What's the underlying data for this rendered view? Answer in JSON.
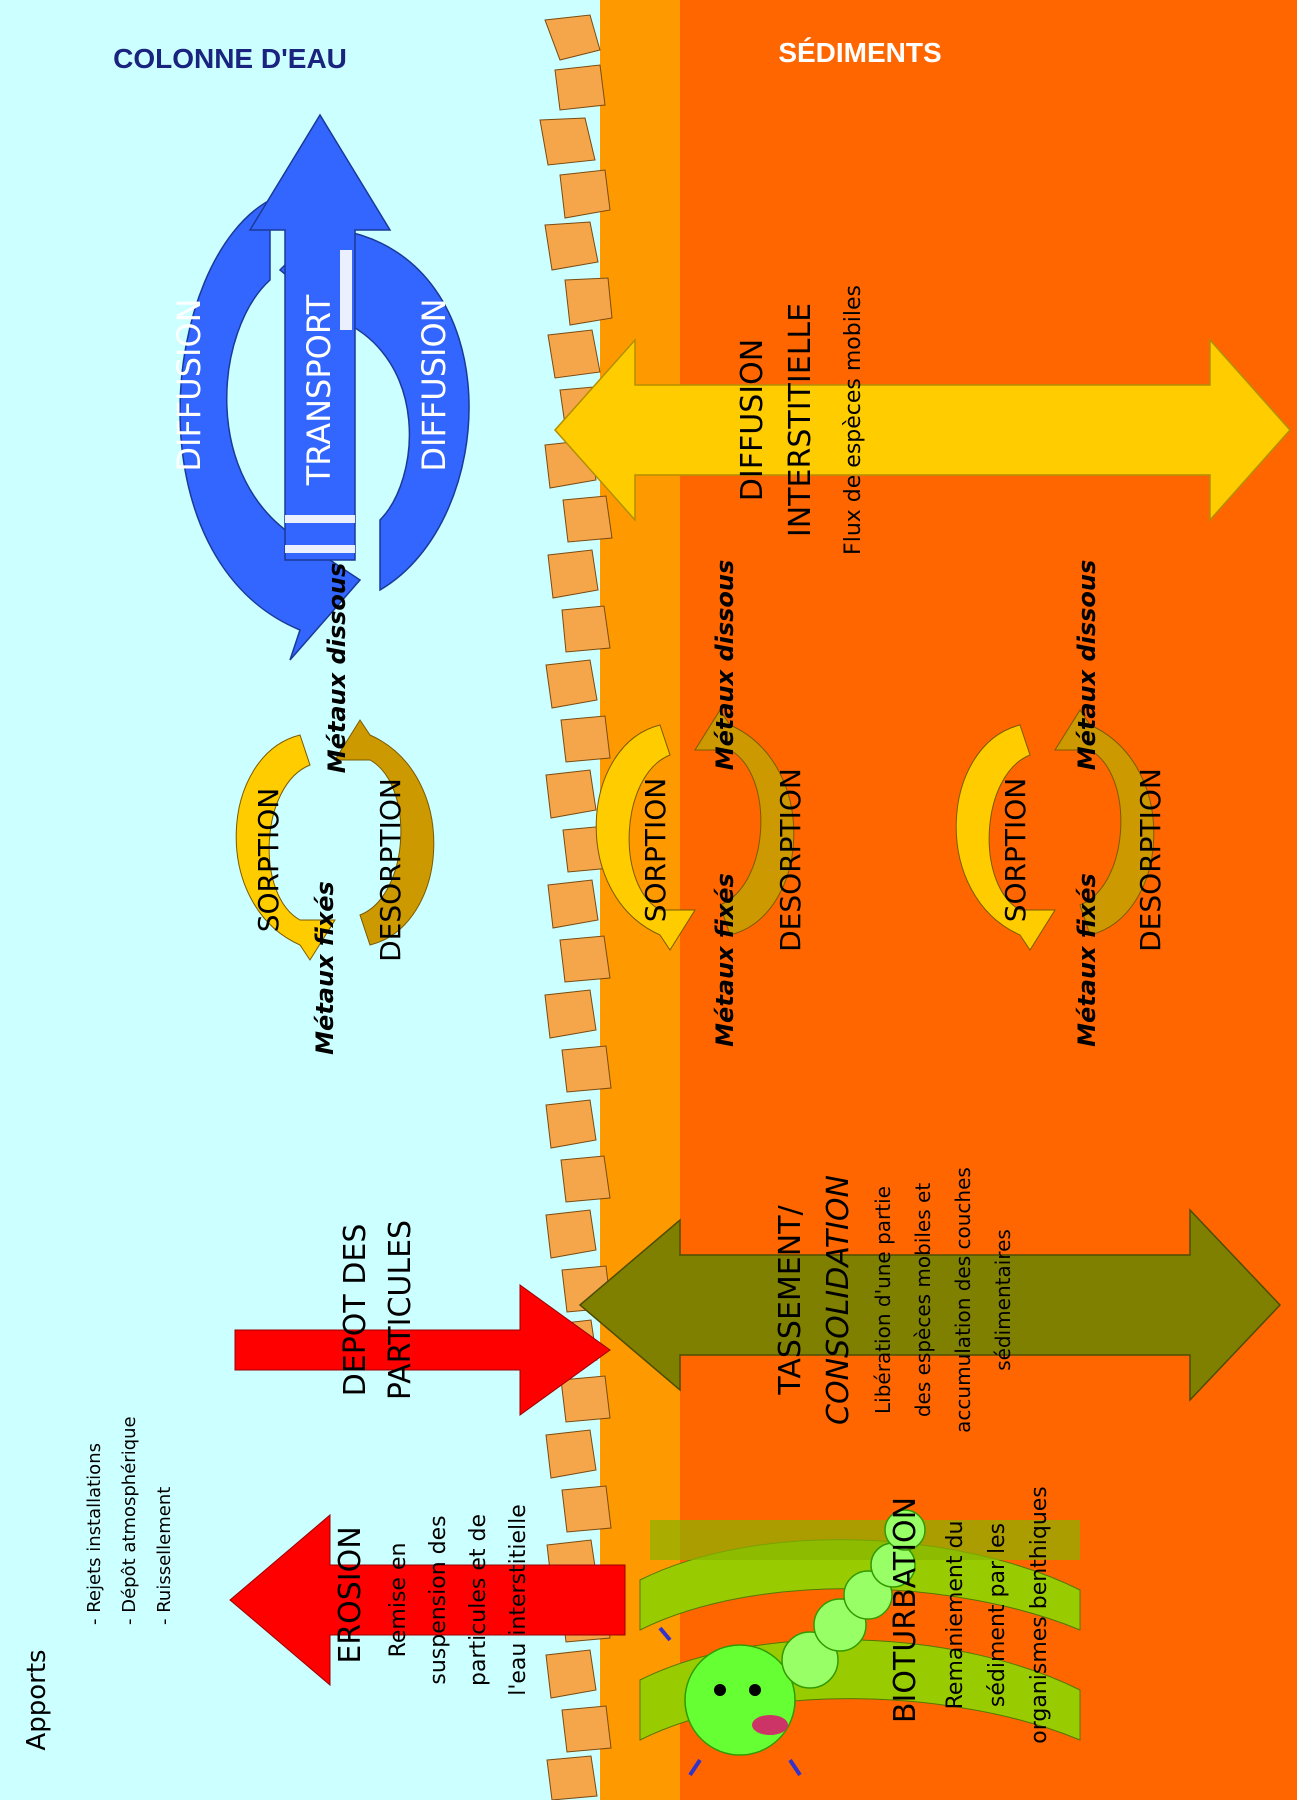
{
  "headers": {
    "water_column": "COLONNE D'EAU",
    "sediments": "SÉDIMENTS"
  },
  "apports": {
    "title": "Apports",
    "items": [
      "- Rejets installations",
      "- Dépôt atmosphérique",
      "- Ruissellement"
    ]
  },
  "water_cycle": {
    "diffusion_top": "DIFFUSION",
    "transport": "TRANSPORT",
    "diffusion_bottom": "DIFFUSION"
  },
  "sorption_cycle": {
    "sorption": "SORPTION",
    "desorption": "DESORPTION",
    "dissolved": "Métaux dissous",
    "fixed": "Métaux fixés"
  },
  "diffusion_interstitielle": {
    "line1": "DIFFUSION",
    "line2": "INTERSTITIELLE",
    "sub": "Flux de espèces mobiles"
  },
  "depot": {
    "line1": "DEPOT DES",
    "line2": "PARTICULES"
  },
  "erosion": {
    "title": "EROSION",
    "lines": [
      "Remise en",
      "suspension des",
      "particules et de",
      "l'eau interstitielle"
    ]
  },
  "tassement": {
    "line1": "TASSEMENT/",
    "line2": "CONSOLIDATION",
    "lines": [
      "Libération d'une partie",
      "des espèces mobiles et",
      "accumulation des couches",
      "sédimentaires"
    ]
  },
  "bioturbation": {
    "title": "BIOTURBATION",
    "lines": [
      "Remaniement du",
      "sédiment par les",
      "organismes benthiques"
    ]
  },
  "colors": {
    "water": "#ccffff",
    "sediment_dark": "#ff6600",
    "sediment_light": "#ff9900",
    "blue_arrow": "#3366ff",
    "red_arrow": "#ff0000",
    "yellow_arrow": "#ffcc00",
    "olive_arrow": "#808000",
    "green_band": "#99cc00"
  }
}
